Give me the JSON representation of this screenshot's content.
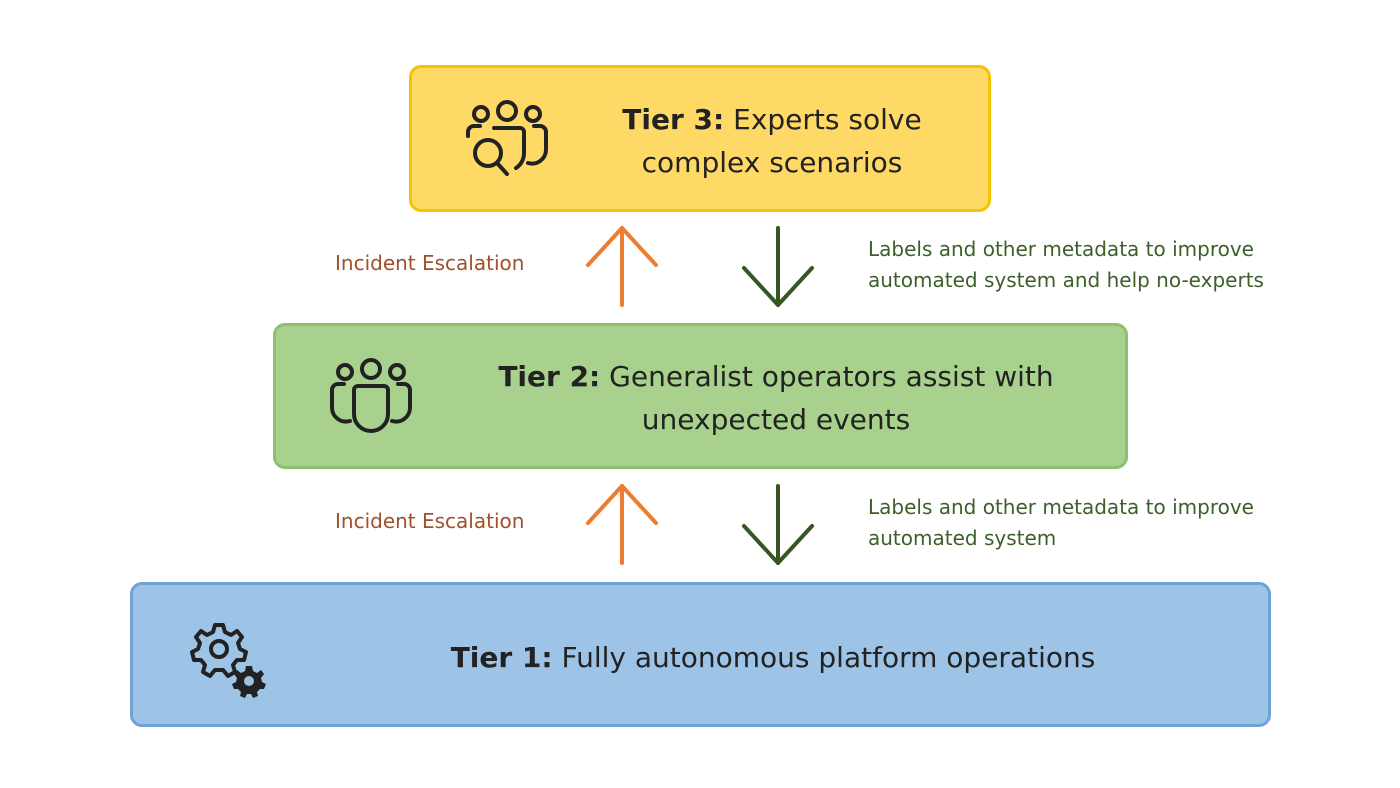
{
  "tiers": {
    "tier3": {
      "label": "Tier 3:",
      "text": "Experts solve complex scenarios",
      "icon": "people-search-icon",
      "fill": "#ffd966",
      "border": "#f2c500"
    },
    "tier2": {
      "label": "Tier 2:",
      "text": "Generalist operators assist with unexpected events",
      "icon": "people-team-icon",
      "fill": "#a9d18e",
      "border": "#8cc06c"
    },
    "tier1": {
      "label": "Tier 1:",
      "text": "Fully autonomous platform operations",
      "icon": "gears-icon",
      "fill": "#9dc3e6",
      "border": "#6fa3d8"
    }
  },
  "links": {
    "upper": {
      "escalation": "Incident Escalation",
      "feedback_line1": "Labels and other metadata to improve",
      "feedback_line2": "automated system and help no-experts"
    },
    "lower": {
      "escalation": "Incident Escalation",
      "feedback_line1": "Labels and other metadata to improve",
      "feedback_line2": "automated system"
    }
  },
  "colors": {
    "escalation_arrow": "#ed7d31",
    "feedback_arrow": "#375623"
  }
}
